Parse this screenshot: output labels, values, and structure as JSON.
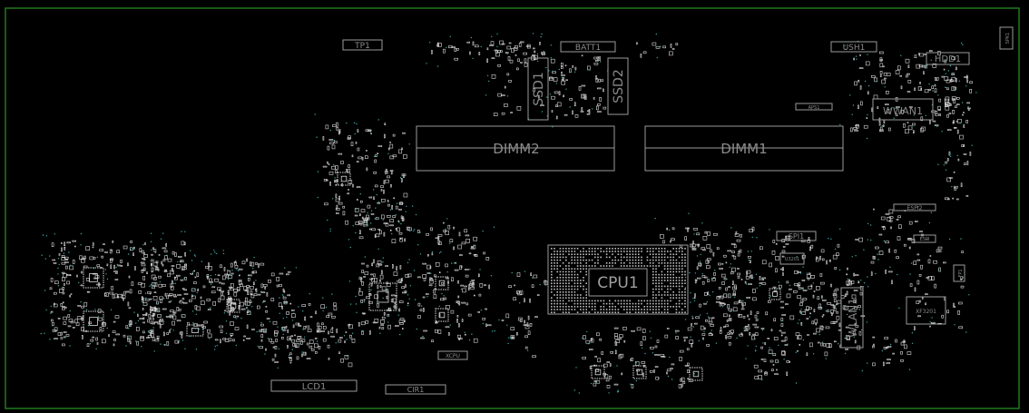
{
  "board": {
    "outline_color": "#1f7a1f",
    "part_color": "#d8d8d8",
    "outline_stroke": "#9a9a9a",
    "label_color": "#8a8a8a",
    "via_color": "#3fa7a7",
    "background": "#000000"
  },
  "labels": {
    "tp1": "TP1",
    "batt1": "BATT1",
    "ush1": "USH1",
    "hdd1": "HDD1",
    "spk1": "SPK1",
    "ssd1": "SSD1",
    "ssd2": "SSD2",
    "dimm2": "DIMM2",
    "dimm1": "DIMM1",
    "wwan1": "WWAN1",
    "aps1": "APS1",
    "espi2": "ESPI2",
    "spi1": "SPI1",
    "cpu1": "CPU1",
    "wlan1": "WLAN1",
    "xf3201": "XF3201",
    "lcd1": "LCD1",
    "cir1": "CIR1",
    "xcpu": "XCPU",
    "fp1": "FP1",
    "espi": "ESPI",
    "u3201": "U3201"
  }
}
